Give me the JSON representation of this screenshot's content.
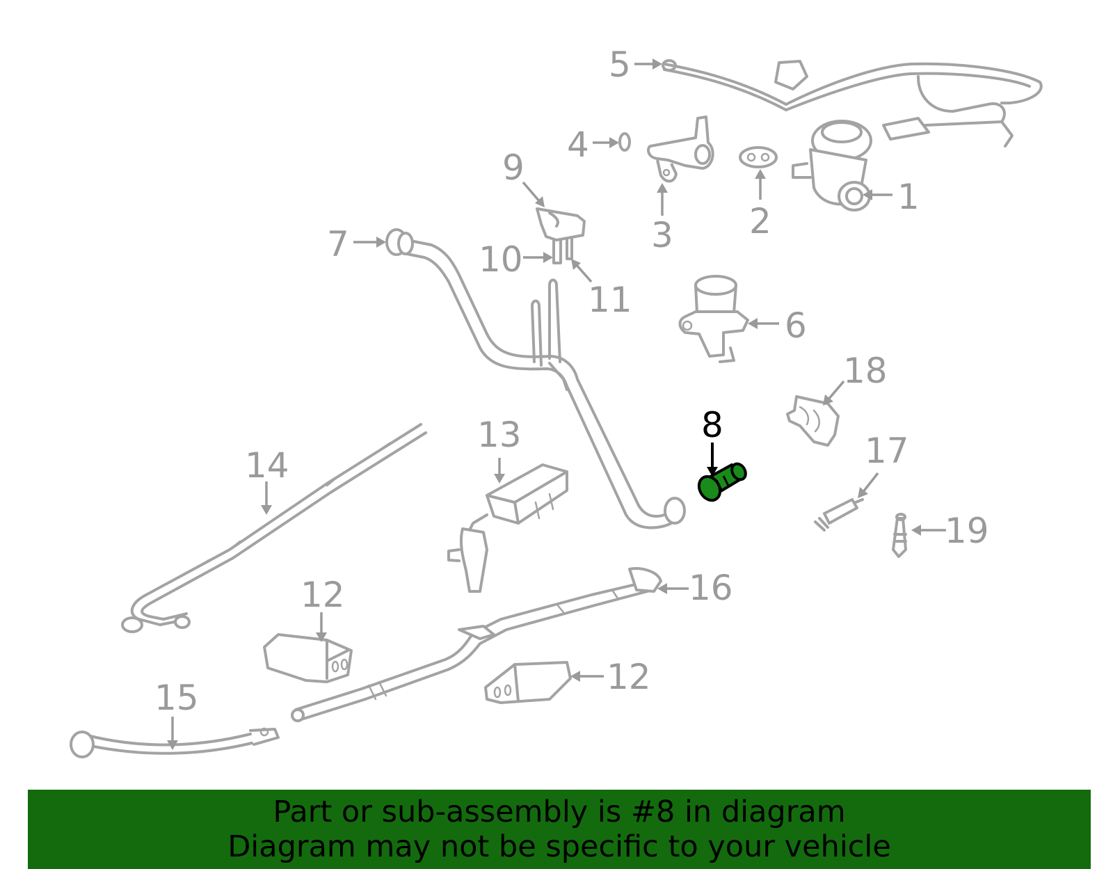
{
  "diagram": {
    "callouts": {
      "c1": "1",
      "c2": "2",
      "c3": "3",
      "c4": "4",
      "c5": "5",
      "c6": "6",
      "c7": "7",
      "c8": "8",
      "c9": "9",
      "c10": "10",
      "c11": "11",
      "c12a": "12",
      "c12b": "12",
      "c13": "13",
      "c14": "14",
      "c15": "15",
      "c16": "16",
      "c17": "17",
      "c18": "18",
      "c19": "19"
    },
    "highlighted_part": "8",
    "colors": {
      "parts": "#a3a3a3",
      "highlight": "#1a8a1a",
      "banner": "#136b0e"
    }
  },
  "banner": {
    "line1": "Part or sub-assembly is #8 in diagram",
    "line2": "Diagram may not be specific to your vehicle"
  }
}
